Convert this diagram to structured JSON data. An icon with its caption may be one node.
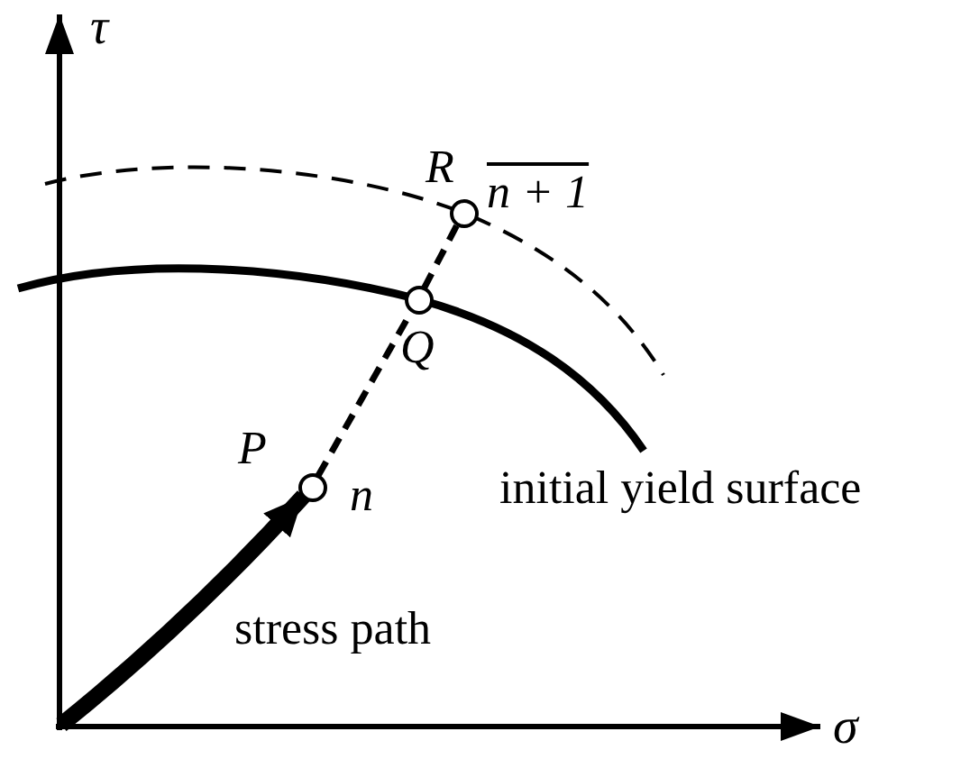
{
  "diagram": {
    "nodes": [
      {
        "text": [],
        "shape": "circle",
        "beside": [
          "P",
          "n"
        ]
      },
      {
        "text": [],
        "shape": "circle",
        "beside": [
          "Q"
        ]
      },
      {
        "text": [],
        "shape": "circle",
        "beside": [
          "R",
          "n + 1"
        ]
      }
    ],
    "edges": [
      {
        "from": null,
        "to": 0,
        "arrow": "to",
        "style": "thick",
        "label": "stress path"
      },
      {
        "from": 0,
        "to": 1,
        "arrow": "none",
        "style": "dashed"
      },
      {
        "from": 1,
        "to": 2,
        "arrow": "none",
        "style": "dashed"
      }
    ],
    "labels": [
      "τ",
      "initial yield surface",
      "σ"
    ]
  }
}
